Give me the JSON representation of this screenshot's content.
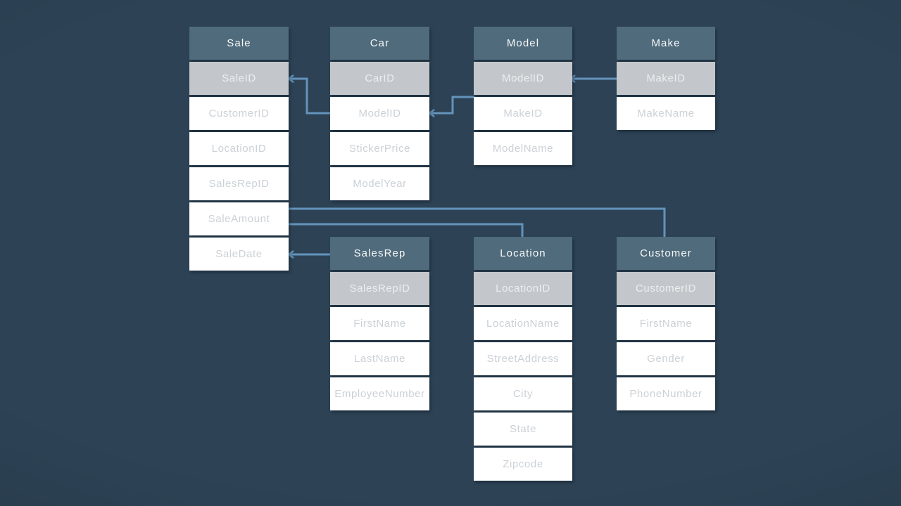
{
  "diagram": {
    "entities": [
      {
        "name": "Sale",
        "rows": [
          {
            "label": "SaleID",
            "pk": true
          },
          {
            "label": "CustomerID"
          },
          {
            "label": "LocationID"
          },
          {
            "label": "SalesRepID"
          },
          {
            "label": "SaleAmount"
          },
          {
            "label": "SaleDate"
          }
        ]
      },
      {
        "name": "Car",
        "rows": [
          {
            "label": "CarID",
            "pk": true
          },
          {
            "label": "ModelID"
          },
          {
            "label": "StickerPrice"
          },
          {
            "label": "ModelYear"
          }
        ]
      },
      {
        "name": "Model",
        "rows": [
          {
            "label": "ModelID",
            "pk": true
          },
          {
            "label": "MakeID"
          },
          {
            "label": "ModelName"
          }
        ]
      },
      {
        "name": "Make",
        "rows": [
          {
            "label": "MakeID",
            "pk": true
          },
          {
            "label": "MakeName"
          }
        ]
      },
      {
        "name": "SalesRep",
        "rows": [
          {
            "label": "SalesRepID",
            "pk": true
          },
          {
            "label": "FirstName"
          },
          {
            "label": "LastName"
          },
          {
            "label": "EmployeeNumber"
          }
        ]
      },
      {
        "name": "Location",
        "rows": [
          {
            "label": "LocationID",
            "pk": true
          },
          {
            "label": "LocationName"
          },
          {
            "label": "StreetAddress"
          },
          {
            "label": "City"
          },
          {
            "label": "State"
          },
          {
            "label": "Zipcode"
          }
        ]
      },
      {
        "name": "Customer",
        "rows": [
          {
            "label": "CustomerID",
            "pk": true
          },
          {
            "label": "FirstName"
          },
          {
            "label": "Gender"
          },
          {
            "label": "PhoneNumber"
          }
        ]
      }
    ],
    "relationships": [
      {
        "from": "Sale.SaleID",
        "to": "Car.ModelID"
      },
      {
        "from": "Car.ModelID",
        "to": "Model.ModelID"
      },
      {
        "from": "Model.ModelID",
        "to": "Make.MakeID"
      },
      {
        "from": "Sale",
        "to": "Customer"
      },
      {
        "from": "Sale",
        "to": "Location"
      },
      {
        "from": "Sale.SaleDate",
        "to": "SalesRep"
      }
    ],
    "colors": {
      "background": "#2d4355",
      "table_header": "#506b7b",
      "primary_key_row": "#c3c7cb",
      "field_row": "#ffffff",
      "field_text": "#ccd1d6",
      "header_text": "#f7f9fa",
      "connector": "#6493bb"
    }
  }
}
